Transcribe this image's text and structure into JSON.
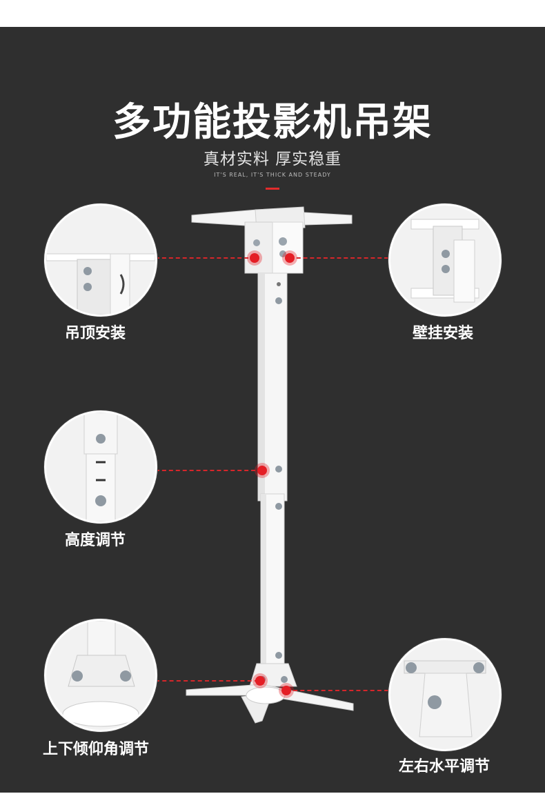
{
  "header": {
    "title": "多功能投影机吊架",
    "subtitle": "真材实料 厚实稳重",
    "tagline": "IT'S REAL, IT'S THICK AND STEADY"
  },
  "features": {
    "ceiling": {
      "label": "吊顶安装"
    },
    "wall": {
      "label": "壁挂安装"
    },
    "height": {
      "label": "高度调节"
    },
    "tilt": {
      "label": "上下倾仰角调节"
    },
    "swivel": {
      "label": "左右水平调节"
    }
  },
  "colors": {
    "background": "#2f2f2f",
    "accent": "#e22b2b",
    "text": "#ffffff",
    "product": "#f4f4f4"
  },
  "icons": {
    "ceiling": "ceiling-mount-detail-icon",
    "wall": "wall-mount-detail-icon",
    "height": "height-adjust-detail-icon",
    "tilt": "tilt-adjust-detail-icon",
    "swivel": "swivel-adjust-detail-icon"
  }
}
